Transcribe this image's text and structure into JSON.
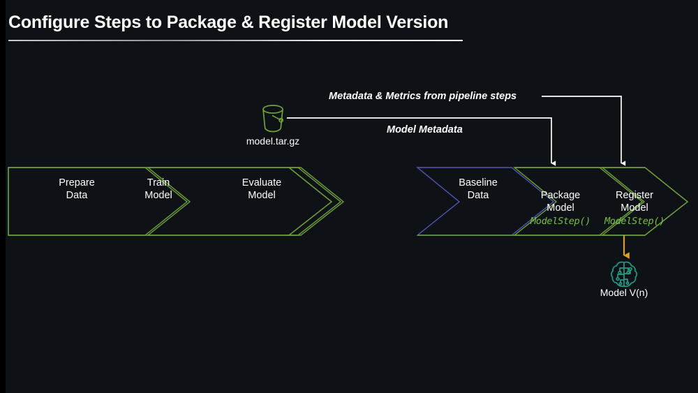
{
  "slide": {
    "title": "Configure Steps to Package & Register Model Version",
    "background_color": "#0e1116",
    "title_color": "#ffffff"
  },
  "colors": {
    "green": "#6fa33c",
    "green_bright": "#77c043",
    "blue": "#5257b4",
    "white": "#ffffff",
    "orange": "#e0a016",
    "teal": "#1c9e86"
  },
  "pipeline": {
    "left_group": {
      "name": "training-pipeline",
      "steps": [
        {
          "id": "prepare-data",
          "label": "Prepare\nData",
          "outline": "#6fa33c",
          "code": ""
        },
        {
          "id": "train-model",
          "label": "Train\nModel",
          "outline": "#6fa33c",
          "code": ""
        },
        {
          "id": "evaluate-model",
          "label": "Evaluate\nModel",
          "outline": "#6fa33c",
          "code": ""
        }
      ]
    },
    "right_group": {
      "name": "registration-pipeline",
      "steps": [
        {
          "id": "baseline-data",
          "label": "Baseline\nData",
          "outline": "#5257b4",
          "code": ""
        },
        {
          "id": "package-model",
          "label": "Package\nModel",
          "outline": "#6fa33c",
          "code": "ModelStep()"
        },
        {
          "id": "register-model",
          "label": "Register\nModel",
          "outline": "#6fa33c",
          "code": "ModelStep()"
        }
      ]
    }
  },
  "artifacts": {
    "bucket": {
      "icon": "s3-bucket-icon",
      "caption": "model.tar.gz",
      "color": "#6fa33c"
    },
    "model_version": {
      "icon": "model-brain-icon",
      "caption": "Model V(n)",
      "color": "#1c9e86"
    }
  },
  "annotations": [
    {
      "id": "metadata-metrics",
      "text": "Metadata & Metrics from pipeline steps",
      "target": "register-model"
    },
    {
      "id": "model-metadata",
      "text": "Model Metadata",
      "target": "package-model"
    }
  ]
}
